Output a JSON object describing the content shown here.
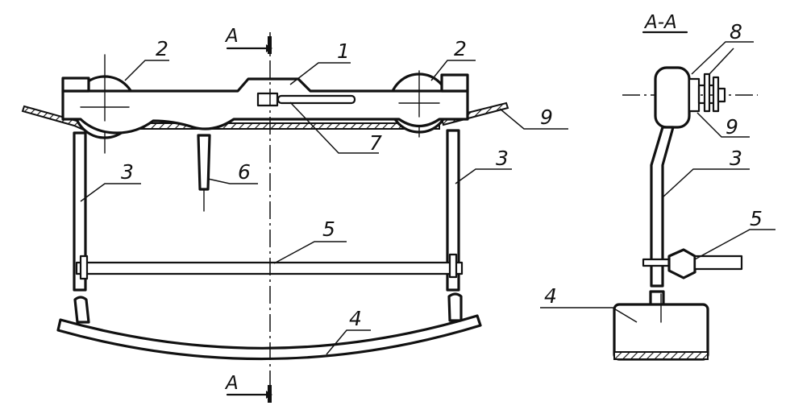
{
  "section_title": "A-A",
  "section_markers": [
    "A",
    "A"
  ],
  "callouts_main": [
    "1",
    "2",
    "2",
    "3",
    "3",
    "4",
    "5",
    "6",
    "7",
    "9"
  ],
  "callouts_section": [
    "8",
    "9",
    "3",
    "5",
    "4"
  ]
}
